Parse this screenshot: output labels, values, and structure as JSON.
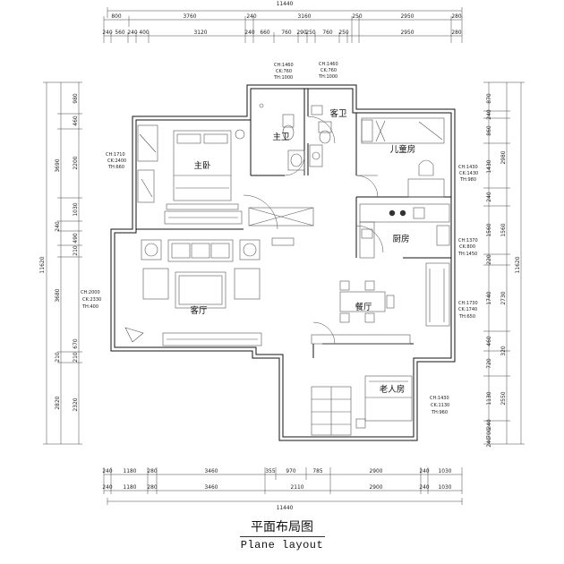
{
  "dimensions": {
    "top_total": "11440",
    "top_row1": [
      "800",
      "3760",
      "240",
      "3160",
      "250",
      "2950",
      "280"
    ],
    "top_row2": [
      "240",
      "560",
      "240",
      "400",
      "3120",
      "240",
      "660",
      "760",
      "290",
      "250",
      "760",
      "250",
      "2950",
      "280"
    ],
    "bottom_row1": [
      "240",
      "1180",
      "280",
      "3460",
      "355",
      "970",
      "785",
      "2900",
      "240",
      "1030"
    ],
    "bottom_row2": [
      "240",
      "1180",
      "280",
      "3460",
      "2110",
      "2900",
      "240",
      "1030"
    ],
    "bottom_total": "11440",
    "left_outer": [
      "3690",
      "240",
      "3680",
      "210",
      "2820"
    ],
    "left_inner": [
      "980",
      "460",
      "2200",
      "1030",
      "490",
      "210",
      "670",
      "210",
      "2320"
    ],
    "left_total": "11620",
    "right_inner": [
      "870",
      "240",
      "860",
      "1430",
      "240",
      "1560",
      "220",
      "1740",
      "460",
      "720",
      "1130",
      "240",
      "700",
      "240"
    ],
    "right_outer": [
      "2980",
      "1560",
      "2730",
      "320",
      "2550"
    ],
    "right_total": "11620"
  },
  "rooms": {
    "master_bedroom": "主卧",
    "master_bath": "主卫",
    "guest_bath": "客卫",
    "kids_room": "儿童房",
    "living_room": "客厅",
    "kitchen": "厨房",
    "dining_room": "餐厅",
    "elder_room": "老人房"
  },
  "window_notes": {
    "master_bath": [
      "CH:1460",
      "CK:760",
      "TH:1000"
    ],
    "guest_bath": [
      "CH:1460",
      "CK:760",
      "TH:1000"
    ],
    "master_bedroom": [
      "CH:1710",
      "CK:2400",
      "TH:660"
    ],
    "kids_room": [
      "CH:1430",
      "CK:1430",
      "TH:980"
    ],
    "kitchen": [
      "CH:1370",
      "CK:800",
      "TH:1450"
    ],
    "living_room": [
      "CH:2000",
      "CK:2330",
      "TH:400"
    ],
    "dining_room": [
      "CH:1730",
      "CK:1740",
      "TH:650"
    ],
    "elder_room": [
      "CH:1430",
      "CK:1130",
      "TH:960"
    ]
  },
  "caption": {
    "title_cn": "平面布局图",
    "title_en": "Plane layout"
  }
}
